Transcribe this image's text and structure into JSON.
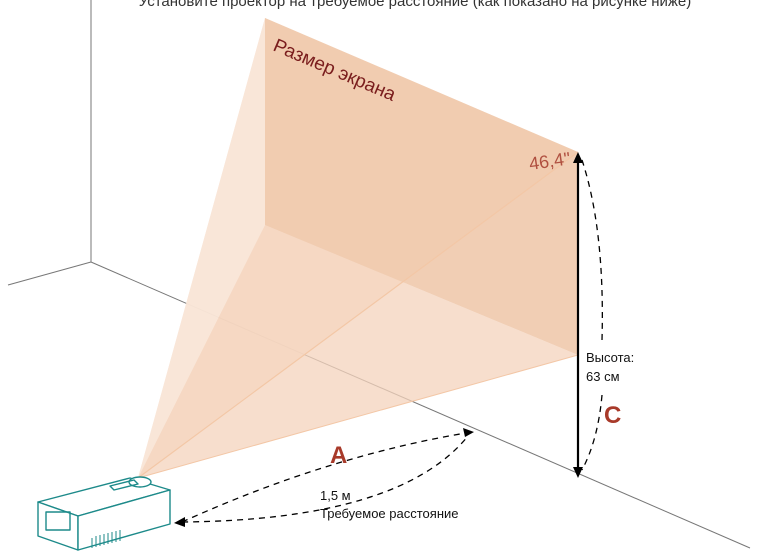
{
  "header": {
    "text": "Установите проектор на требуемое расстояние (как показано на рисунке ниже)"
  },
  "screen": {
    "label": "Размер экрана",
    "diagonal": "46,4\""
  },
  "height": {
    "label": "Высота:",
    "value": "63 см"
  },
  "distance": {
    "value": "1,5 м",
    "label": "Требуемое расстояние"
  },
  "markers": {
    "a": "A",
    "c": "C"
  },
  "colors": {
    "accent": "#a83a2a",
    "label_dark": "#6b1f1f",
    "projection": "#f6d9c4",
    "screen_fill": "#f0cdb2",
    "projector": "#1d8a8a"
  }
}
